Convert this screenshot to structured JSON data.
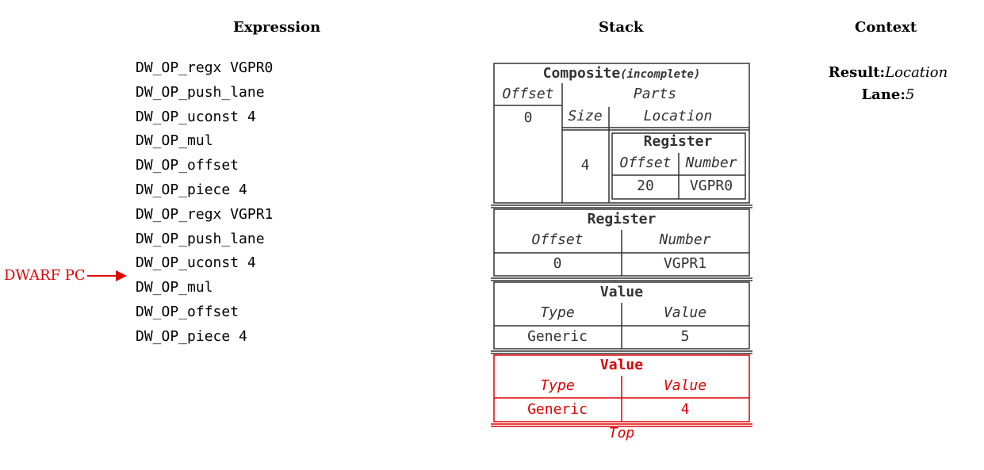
{
  "headers": {
    "expression": "Expression",
    "stack": "Stack",
    "context": "Context"
  },
  "expression": [
    "DW_OP_regx VGPR0",
    "DW_OP_push_lane",
    "DW_OP_uconst 4",
    "DW_OP_mul",
    "DW_OP_offset",
    "DW_OP_piece 4",
    "DW_OP_regx VGPR1",
    "DW_OP_push_lane",
    "DW_OP_uconst 4",
    "DW_OP_mul",
    "DW_OP_offset",
    "DW_OP_piece 4"
  ],
  "pc_label": "DWARF PC",
  "pc_op_index": 9,
  "stack": {
    "composite": {
      "title": "Composite",
      "qualifier": "(incomplete)",
      "offset_header": "Offset",
      "parts_header": "Parts",
      "offset": "0",
      "size_header": "Size",
      "location_header": "Location",
      "size": "4",
      "register": {
        "title": "Register",
        "offset_header": "Offset",
        "number_header": "Number",
        "offset": "20",
        "number": "VGPR0"
      }
    },
    "register": {
      "title": "Register",
      "offset_header": "Offset",
      "number_header": "Number",
      "offset": "0",
      "number": "VGPR1"
    },
    "value": {
      "title": "Value",
      "type_header": "Type",
      "value_header": "Value",
      "type": "Generic",
      "value": "5"
    },
    "top_value": {
      "title": "Value",
      "type_header": "Type",
      "value_header": "Value",
      "type": "Generic",
      "value": "4"
    },
    "top_label": "Top"
  },
  "context": {
    "result_label": "Result:",
    "result_value": "Location",
    "lane_label": "Lane:",
    "lane_value": "5"
  },
  "colors": {
    "highlight": "#e00000",
    "text": "#000000",
    "box_text": "#333333",
    "line": "#333333"
  }
}
